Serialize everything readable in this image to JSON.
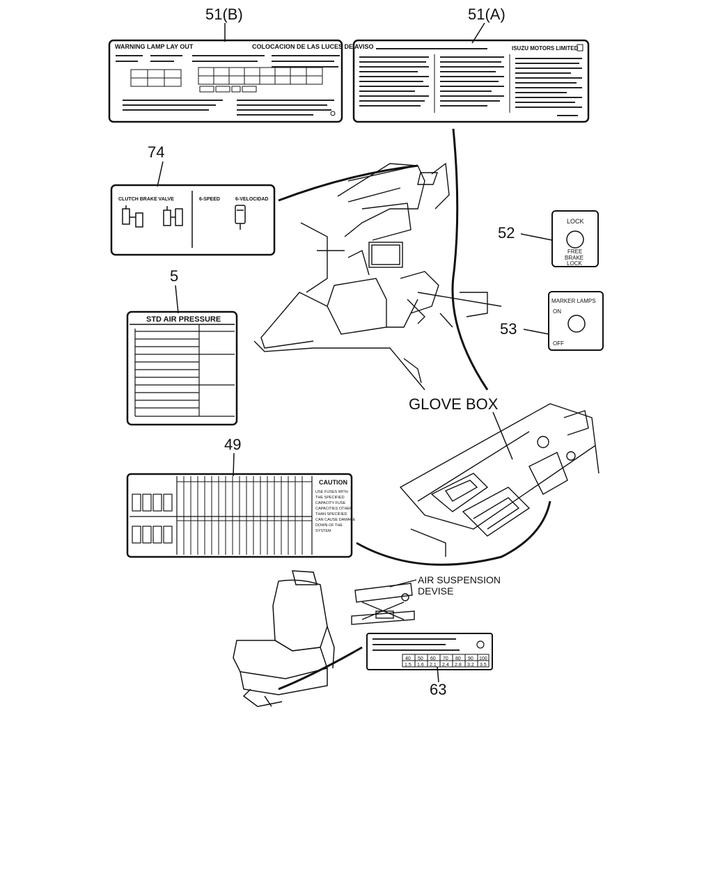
{
  "callouts": {
    "c51b": "51(B)",
    "c51a": "51(A)",
    "c74": "74",
    "c5": "5",
    "c52": "52",
    "c53": "53",
    "c49": "49",
    "c63": "63"
  },
  "labels": {
    "glove_box": "GLOVE BOX",
    "air_suspension_line1": "AIR SUSPENSION",
    "air_suspension_line2": "DEVISE"
  },
  "decal_51b": {
    "title": "WARNING LAMP LAY OUT",
    "title_es": "COLOCACION DE LAS LUCES DE AVISO"
  },
  "decal_51a": {
    "brand": "ISUZU MOTORS LIMITED"
  },
  "decal_74": {
    "left_label": "CLUTCH BRAKE VALVE",
    "mid_label": "6-SPEED",
    "right_label": "6-VELOCIDAD"
  },
  "decal_5": {
    "title": "STD AIR PRESSURE"
  },
  "decal_52": {
    "top": "LOCK",
    "bottom1": "FREE",
    "bottom2": "BRAKE",
    "bottom3": "LOCK"
  },
  "decal_53": {
    "title": "MARKER LAMPS",
    "on": "ON",
    "off": "OFF"
  },
  "decal_49": {
    "caution": "CAUTION",
    "caution_lines": [
      "USE FUSES WITH",
      "THE SPECIFIED",
      "CAPACITY FUSE",
      "CAPACITIES OTHER",
      "THAN SPECIFIED",
      "CAN CAUSE DAMAGE",
      "DOWN OF THE",
      "SYSTEM"
    ]
  },
  "decal_63": {
    "row1": [
      "40",
      "50",
      "60",
      "70",
      "80",
      "90",
      "100"
    ],
    "row2": [
      "1.5",
      "1.6",
      "2.1",
      "2.4",
      "2.8",
      "3.2",
      "3.5"
    ]
  }
}
